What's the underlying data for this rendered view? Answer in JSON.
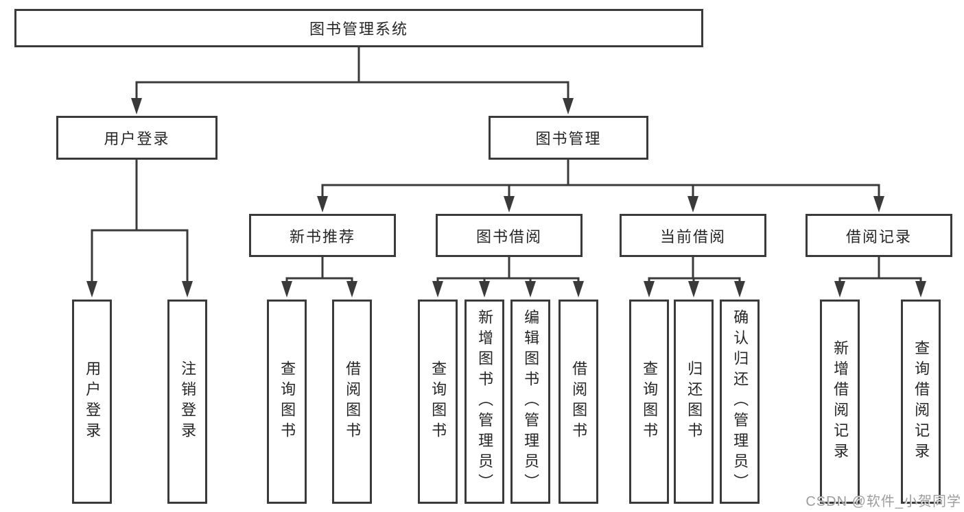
{
  "tree": {
    "root": {
      "label": "图书管理系统",
      "children": [
        {
          "label": "用户登录",
          "children": [
            {
              "label": "用户登录"
            },
            {
              "label": "注销登录"
            }
          ]
        },
        {
          "label": "图书管理",
          "children": [
            {
              "label": "新书推荐",
              "children": [
                {
                  "label": "查询图书"
                },
                {
                  "label": "借阅图书"
                }
              ]
            },
            {
              "label": "图书借阅",
              "children": [
                {
                  "label": "查询图书"
                },
                {
                  "label": "新增图书（管理员）"
                },
                {
                  "label": "编辑图书（管理员）"
                },
                {
                  "label": "借阅图书"
                }
              ]
            },
            {
              "label": "当前借阅",
              "children": [
                {
                  "label": "查询图书"
                },
                {
                  "label": "归还图书"
                },
                {
                  "label": "确认归还（管理员）"
                }
              ]
            },
            {
              "label": "借阅记录",
              "children": [
                {
                  "label": "新增借阅记录"
                },
                {
                  "label": "查询借阅记录"
                }
              ]
            }
          ]
        }
      ]
    }
  },
  "watermark": {
    "text": "CSDN @软件_小贺同学"
  },
  "colors": {
    "line": "#3a3a3a",
    "text": "#262626",
    "watermark": "#9d9d9d",
    "background": "#ffffff"
  }
}
